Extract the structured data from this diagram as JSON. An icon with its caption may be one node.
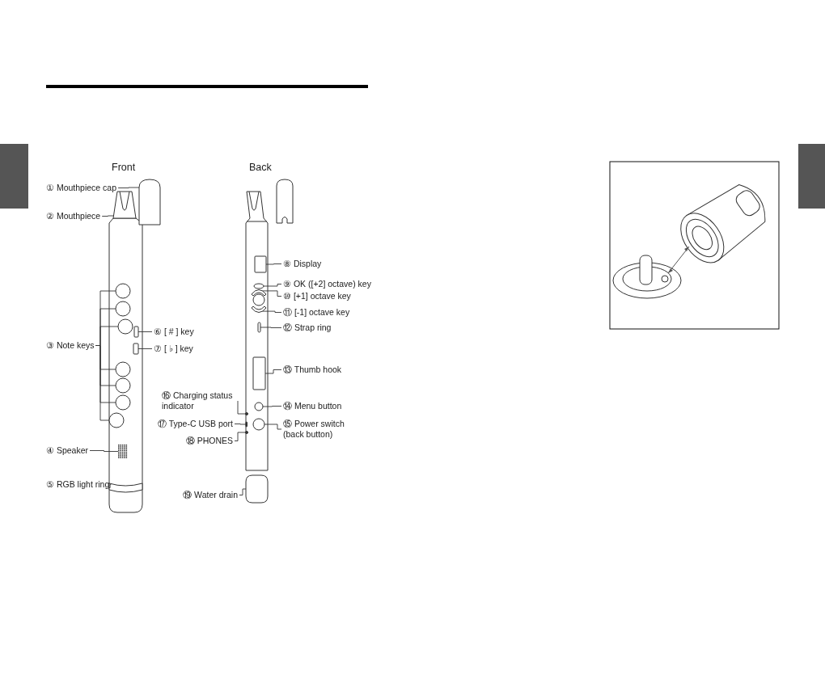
{
  "diagram": {
    "nodes": [
      {
        "text": [
          "① Mouthpiece cap"
        ]
      },
      {
        "text": [
          "② Mouthpiece"
        ]
      },
      {
        "text": [
          "③ Note keys"
        ]
      },
      {
        "text": [
          "④ Speaker"
        ]
      },
      {
        "text": [
          "⑤ RGB light ring"
        ]
      },
      {
        "text": [
          "⑥ [ # ] key"
        ]
      },
      {
        "text": [
          "⑦ [ ♭ ] key"
        ]
      },
      {
        "text": [
          "⑧ Display"
        ]
      },
      {
        "text": [
          "⑨ OK ([+2] octave) key"
        ]
      },
      {
        "text": [
          "⑩ [+1] octave key"
        ]
      },
      {
        "text": [
          "⑪ [-1] octave key"
        ]
      },
      {
        "text": [
          "⑫ Strap ring"
        ]
      },
      {
        "text": [
          "⑬ Thumb hook"
        ]
      },
      {
        "text": [
          "⑭ Menu button"
        ]
      },
      {
        "text": [
          "⑮ Power switch (back button)"
        ]
      },
      {
        "text": [
          "⑯ Charging status indicator"
        ]
      },
      {
        "text": [
          "⑰ Type-C USB port"
        ]
      },
      {
        "text": [
          "⑱ PHONES"
        ]
      },
      {
        "text": [
          "⑲ Water drain"
        ]
      },
      {
        "text": [],
        "shape": "circle"
      },
      {
        "text": [],
        "shape": "circle"
      },
      {
        "text": [],
        "shape": "circle"
      },
      {
        "text": [],
        "shape": "circle"
      },
      {
        "text": [],
        "shape": "circle"
      },
      {
        "text": [],
        "shape": "circle"
      },
      {
        "text": [],
        "shape": "circle"
      },
      {
        "text": [],
        "shape": "box"
      },
      {
        "text": [],
        "shape": "box"
      },
      {
        "text": [],
        "shape": "box"
      },
      {
        "text": [],
        "shape": "bar"
      },
      {
        "text": [],
        "shape": "box"
      },
      {
        "text": [],
        "shape": "box"
      },
      {
        "text": [],
        "shape": "box"
      },
      {
        "text": [],
        "shape": "ellipse"
      },
      {
        "text": [],
        "shape": "arc"
      },
      {
        "text": [],
        "shape": "arc"
      },
      {
        "text": [],
        "shape": "bar"
      },
      {
        "text": [],
        "shape": "box"
      },
      {
        "text": [],
        "shape": "circle"
      },
      {
        "text": [],
        "shape": "circle"
      },
      {
        "text": [],
        "shape": "circle"
      },
      {
        "text": [],
        "shape": "bar"
      },
      {
        "text": [],
        "shape": "circle"
      },
      {
        "text": [],
        "shape": "box"
      }
    ],
    "edges": [
      {
        "from": 0,
        "to": 26,
        "arrow": "none"
      },
      {
        "from": 1,
        "to": 27,
        "arrow": "none"
      },
      {
        "from": 2,
        "to": 19,
        "arrow": "none"
      },
      {
        "from": 2,
        "to": 20,
        "arrow": "none"
      },
      {
        "from": 2,
        "to": 21,
        "arrow": "none"
      },
      {
        "from": 2,
        "to": 22,
        "arrow": "none"
      },
      {
        "from": 2,
        "to": 23,
        "arrow": "none"
      },
      {
        "from": 2,
        "to": 24,
        "arrow": "none"
      },
      {
        "from": 2,
        "to": 25,
        "arrow": "none"
      },
      {
        "from": 3,
        "to": 28,
        "arrow": "none"
      },
      {
        "from": 4,
        "to": 29,
        "arrow": "none"
      },
      {
        "from": 5,
        "to": 30,
        "arrow": "none"
      },
      {
        "from": 6,
        "to": 31,
        "arrow": "none"
      },
      {
        "from": 7,
        "to": 32,
        "arrow": "none"
      },
      {
        "from": 8,
        "to": 33,
        "arrow": "none"
      },
      {
        "from": 9,
        "to": 34,
        "arrow": "none"
      },
      {
        "from": 10,
        "to": 35,
        "arrow": "none"
      },
      {
        "from": 11,
        "to": 36,
        "arrow": "none"
      },
      {
        "from": 12,
        "to": 37,
        "arrow": "none"
      },
      {
        "from": 13,
        "to": 38,
        "arrow": "none"
      },
      {
        "from": 14,
        "to": 39,
        "arrow": "none"
      },
      {
        "from": 15,
        "to": 40,
        "arrow": "none"
      },
      {
        "from": 16,
        "to": 41,
        "arrow": "none"
      },
      {
        "from": 17,
        "to": 42,
        "arrow": "none"
      },
      {
        "from": 18,
        "to": 43,
        "arrow": "none"
      }
    ],
    "labels": [
      "Front",
      "Back"
    ]
  }
}
